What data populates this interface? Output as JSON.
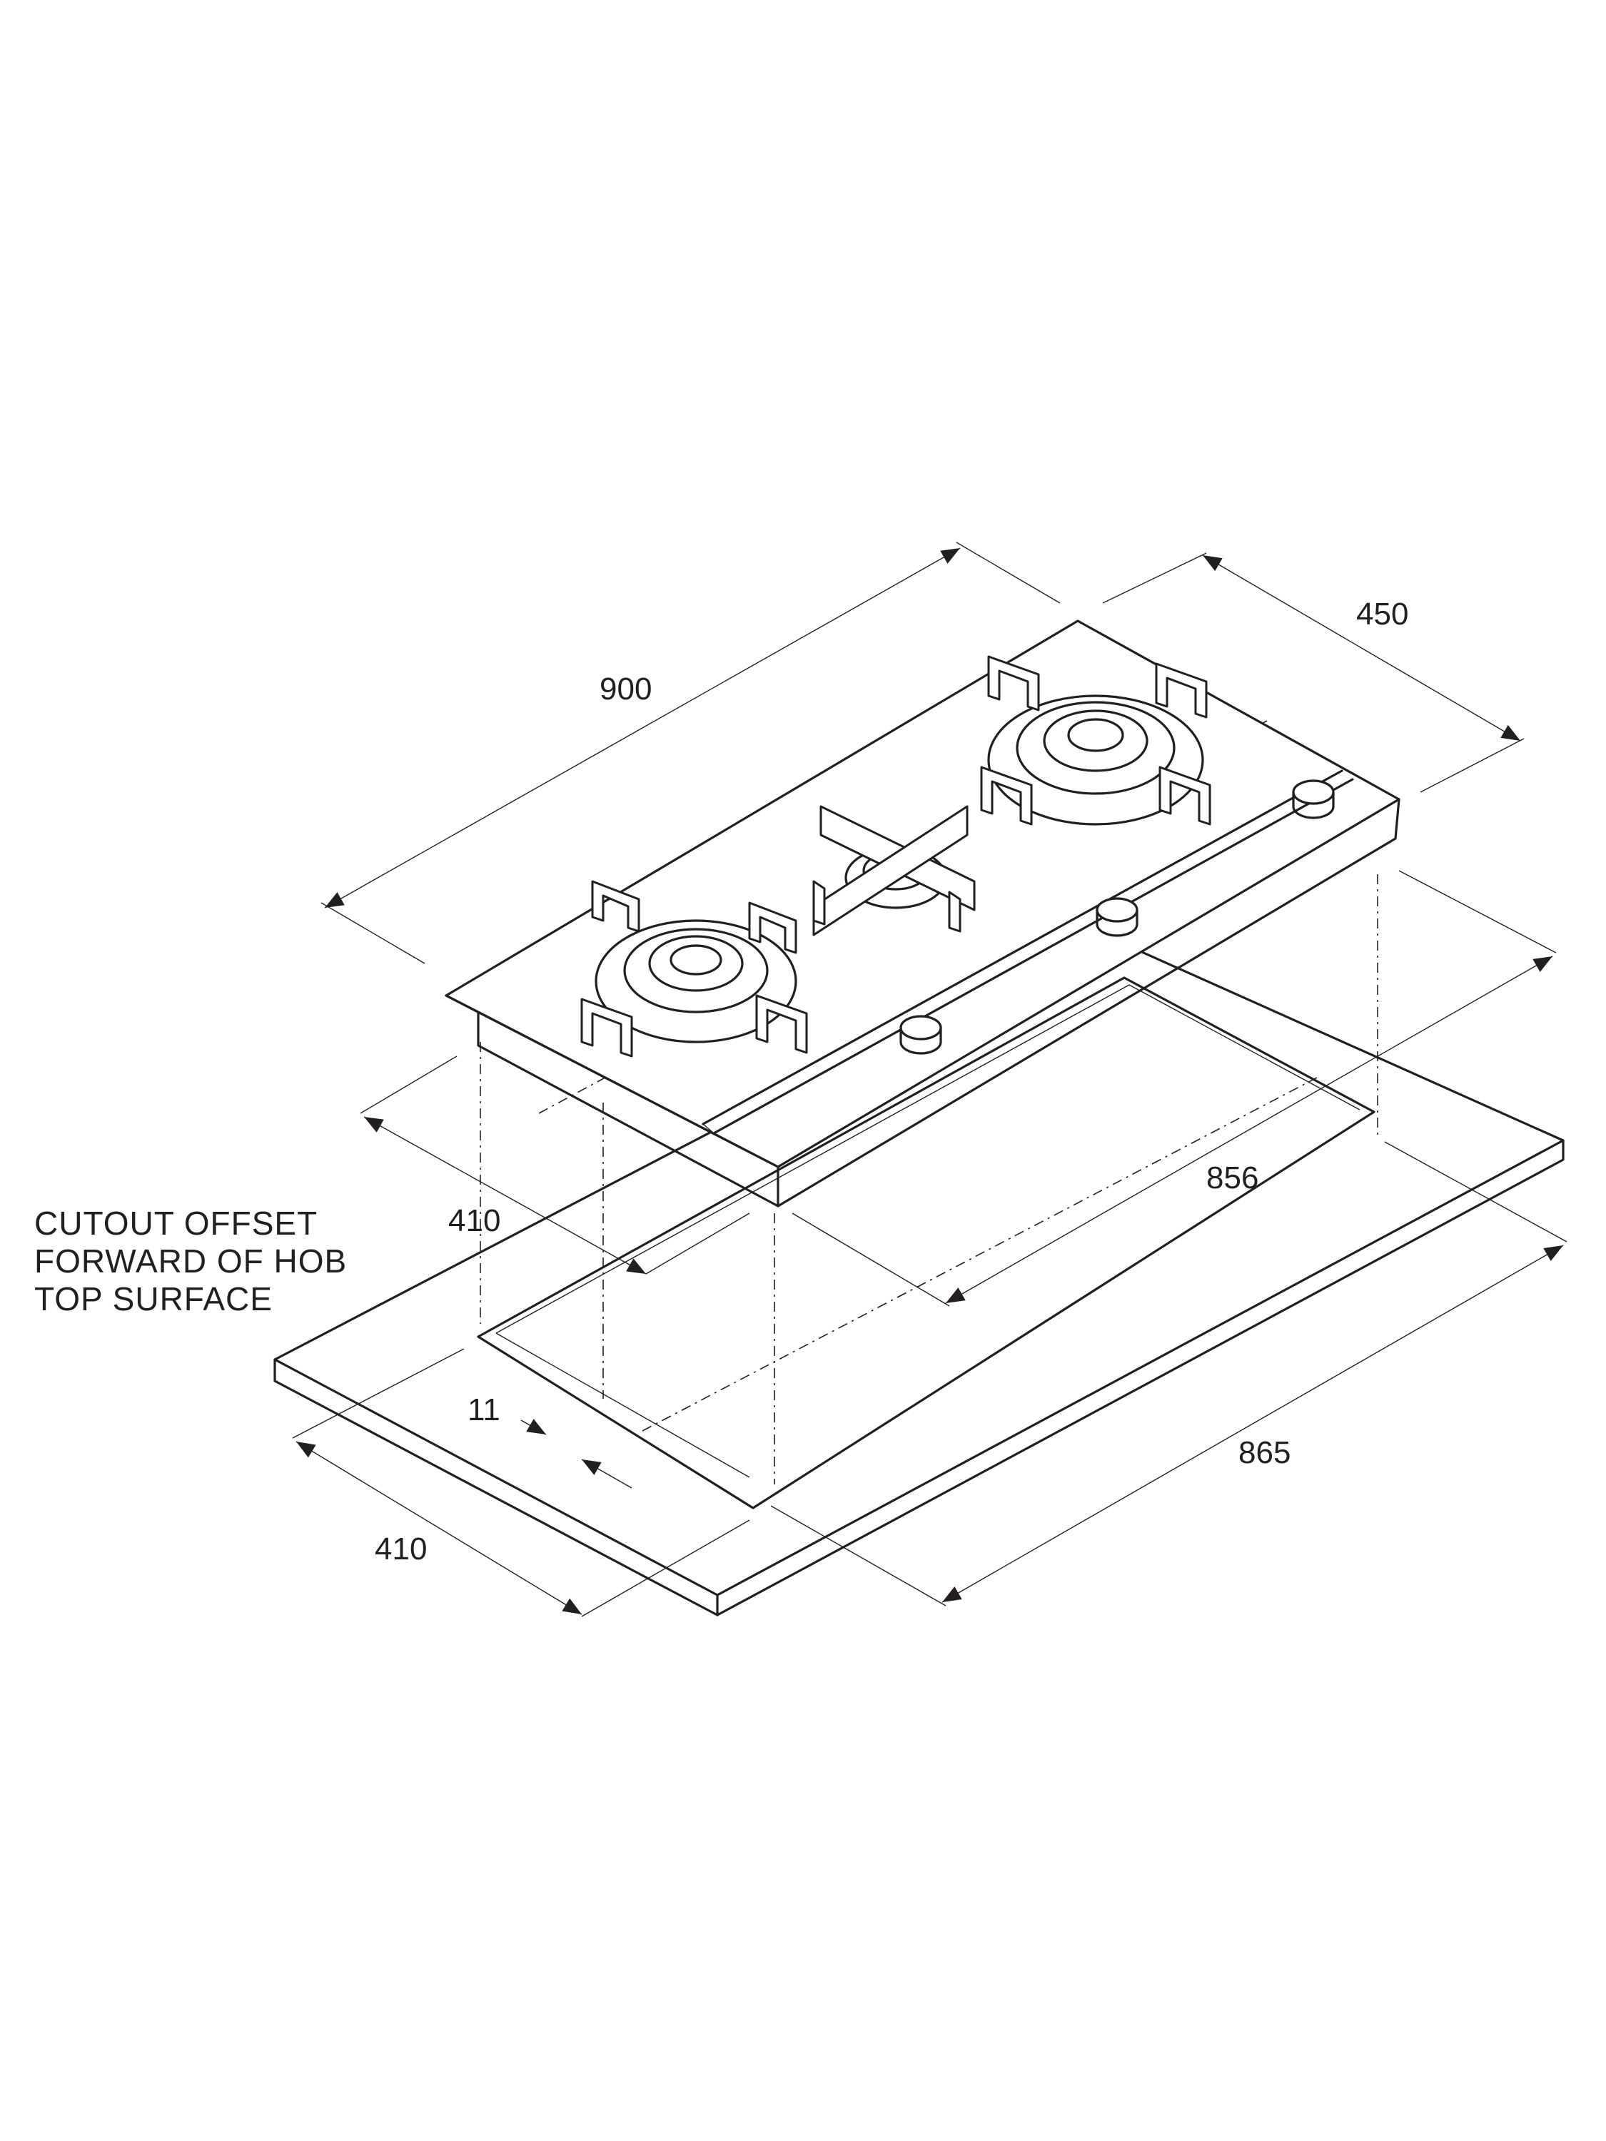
{
  "dimensions": {
    "width_900": "900",
    "depth_450": "450",
    "cutout_width_856": "856",
    "cutout_depth_410_upper": "410",
    "cutout_depth_410_lower": "410",
    "bench_length_865": "865",
    "offset_11": "11"
  },
  "note": {
    "lines": [
      "CUTOUT OFFSET",
      "FORWARD OF HOB",
      "TOP SURFACE"
    ]
  },
  "colors": {
    "line": "#231f20",
    "background": "#ffffff"
  }
}
